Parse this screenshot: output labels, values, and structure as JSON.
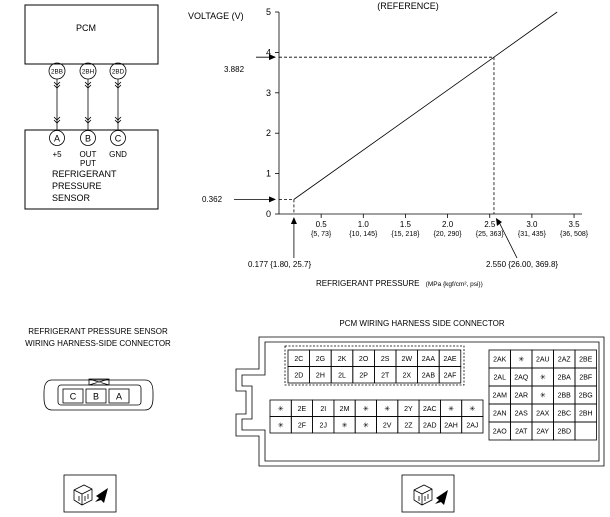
{
  "schematic": {
    "pcm_label": "PCM",
    "pcm_pins": [
      "2BB",
      "2BH",
      "2BD"
    ],
    "sensor_pins": [
      "A",
      "B",
      "C"
    ],
    "sensor_pin_labels": [
      "+5",
      "OUT",
      "PUT",
      "GND"
    ],
    "sensor_label": [
      "REFRIGERANT",
      "PRESSURE",
      "SENSOR"
    ]
  },
  "graph": {
    "title": "(REFERENCE)",
    "ylabel": "VOLTAGE (V)",
    "y_ticks": [
      "0",
      "1",
      "2",
      "3",
      "4",
      "5"
    ],
    "x_ticks": [
      "0.5",
      "1.0",
      "1.5",
      "2.0",
      "2.5",
      "3.0",
      "3.5"
    ],
    "x_subticks": [
      "{5, 73}",
      "{10, 145}",
      "{15, 218}",
      "{20, 290}",
      "{25, 363}",
      "{31, 435}",
      "{36, 508}"
    ],
    "ref_y_high": "3.882",
    "ref_y_low": "0.362",
    "ref_x_low": "0.177 {1.80, 25.7}",
    "ref_x_high": "2.550 {26.00, 369.8}",
    "xlabel": "REFRIGERANT PRESSURE",
    "xunit": "(MPa {kgf/cm², psi})"
  },
  "chart_data": {
    "type": "line",
    "title": "(REFERENCE)",
    "xlabel": "REFRIGERANT PRESSURE (MPa {kgf/cm², psi})",
    "ylabel": "VOLTAGE (V)",
    "xlim": [
      0,
      3.5
    ],
    "ylim": [
      0,
      5
    ],
    "series": [
      {
        "x": [
          0.177,
          2.55,
          3.3
        ],
        "y": [
          0.362,
          3.882,
          5.0
        ]
      }
    ]
  },
  "sensor_connector": {
    "title_line1": "REFRIGERANT PRESSURE SENSOR",
    "title_line2": "WIRING HARNESS-SIDE CONNECTOR",
    "pins": [
      "C",
      "B",
      "A"
    ]
  },
  "pcm_connector": {
    "title": "PCM WIRING HARNESS SIDE CONNECTOR",
    "top_block_row1": [
      "2C",
      "2G",
      "2K",
      "2O",
      "2S",
      "2W",
      "2AA",
      "2AE"
    ],
    "top_block_row2": [
      "2D",
      "2H",
      "2L",
      "2P",
      "2T",
      "2X",
      "2AB",
      "2AF"
    ],
    "bottom_block_row1": [
      "✳",
      "2E",
      "2I",
      "2M",
      "✳",
      "✳",
      "2Y",
      "2AC",
      "✳",
      "✳"
    ],
    "bottom_block_row2": [
      "✳",
      "2F",
      "2J",
      "✳",
      "✳",
      "2V",
      "2Z",
      "2AD",
      "2AH",
      "2AJ"
    ],
    "right_block": [
      [
        "2AK",
        "✳",
        "2AU",
        "2AZ",
        "2BE"
      ],
      [
        "2AL",
        "2AQ",
        "✳",
        "2BA",
        "2BF"
      ],
      [
        "2AM",
        "2AR",
        "✳",
        "2BB",
        "2BG"
      ],
      [
        "2AN",
        "2AS",
        "2AX",
        "2BC",
        "2BH"
      ],
      [
        "2AO",
        "2AT",
        "2AY",
        "2BD",
        ""
      ]
    ]
  }
}
